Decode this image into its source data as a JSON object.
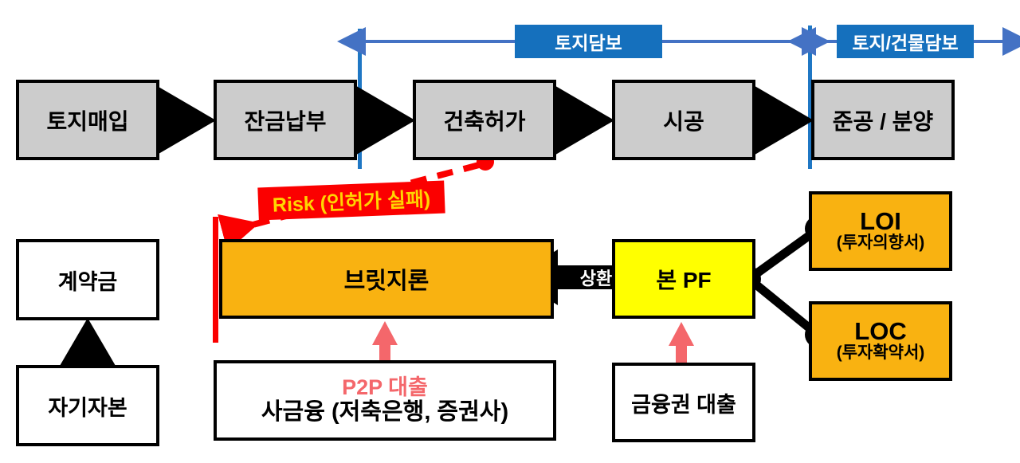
{
  "collateral_band": {
    "land_collateral_label": "토지담보",
    "building_collateral_label": "토지/건물담보",
    "accent_blue": "#1570bd"
  },
  "process_steps": [
    {
      "label": "토지매입"
    },
    {
      "label": "잔금납부"
    },
    {
      "label": "건축허가"
    },
    {
      "label": "시공"
    },
    {
      "label": "준공 / 분양"
    }
  ],
  "risk": {
    "label": "Risk (인허가 실패)",
    "box_color": "#fb0000",
    "text_color": "#ffd500"
  },
  "equity_chain": {
    "deposit_label": "계약금",
    "own_capital_label": "자기자본"
  },
  "bridge": {
    "label": "브릿지론",
    "fill_color": "#f9b211",
    "funding": {
      "highlight_label": "P2P 대출",
      "highlight_color": "#f4676b",
      "detail_label": "사금융 (저축은행, 증권사)"
    }
  },
  "repayment": {
    "label": "상환"
  },
  "main_pf": {
    "label": "본 PF",
    "fill_color": "#ffff00",
    "funding_label": "금융권 대출"
  },
  "commitments": [
    {
      "code": "LOI",
      "korean": "(투자의향서)"
    },
    {
      "code": "LOC",
      "korean": "(투자확약서)"
    }
  ]
}
